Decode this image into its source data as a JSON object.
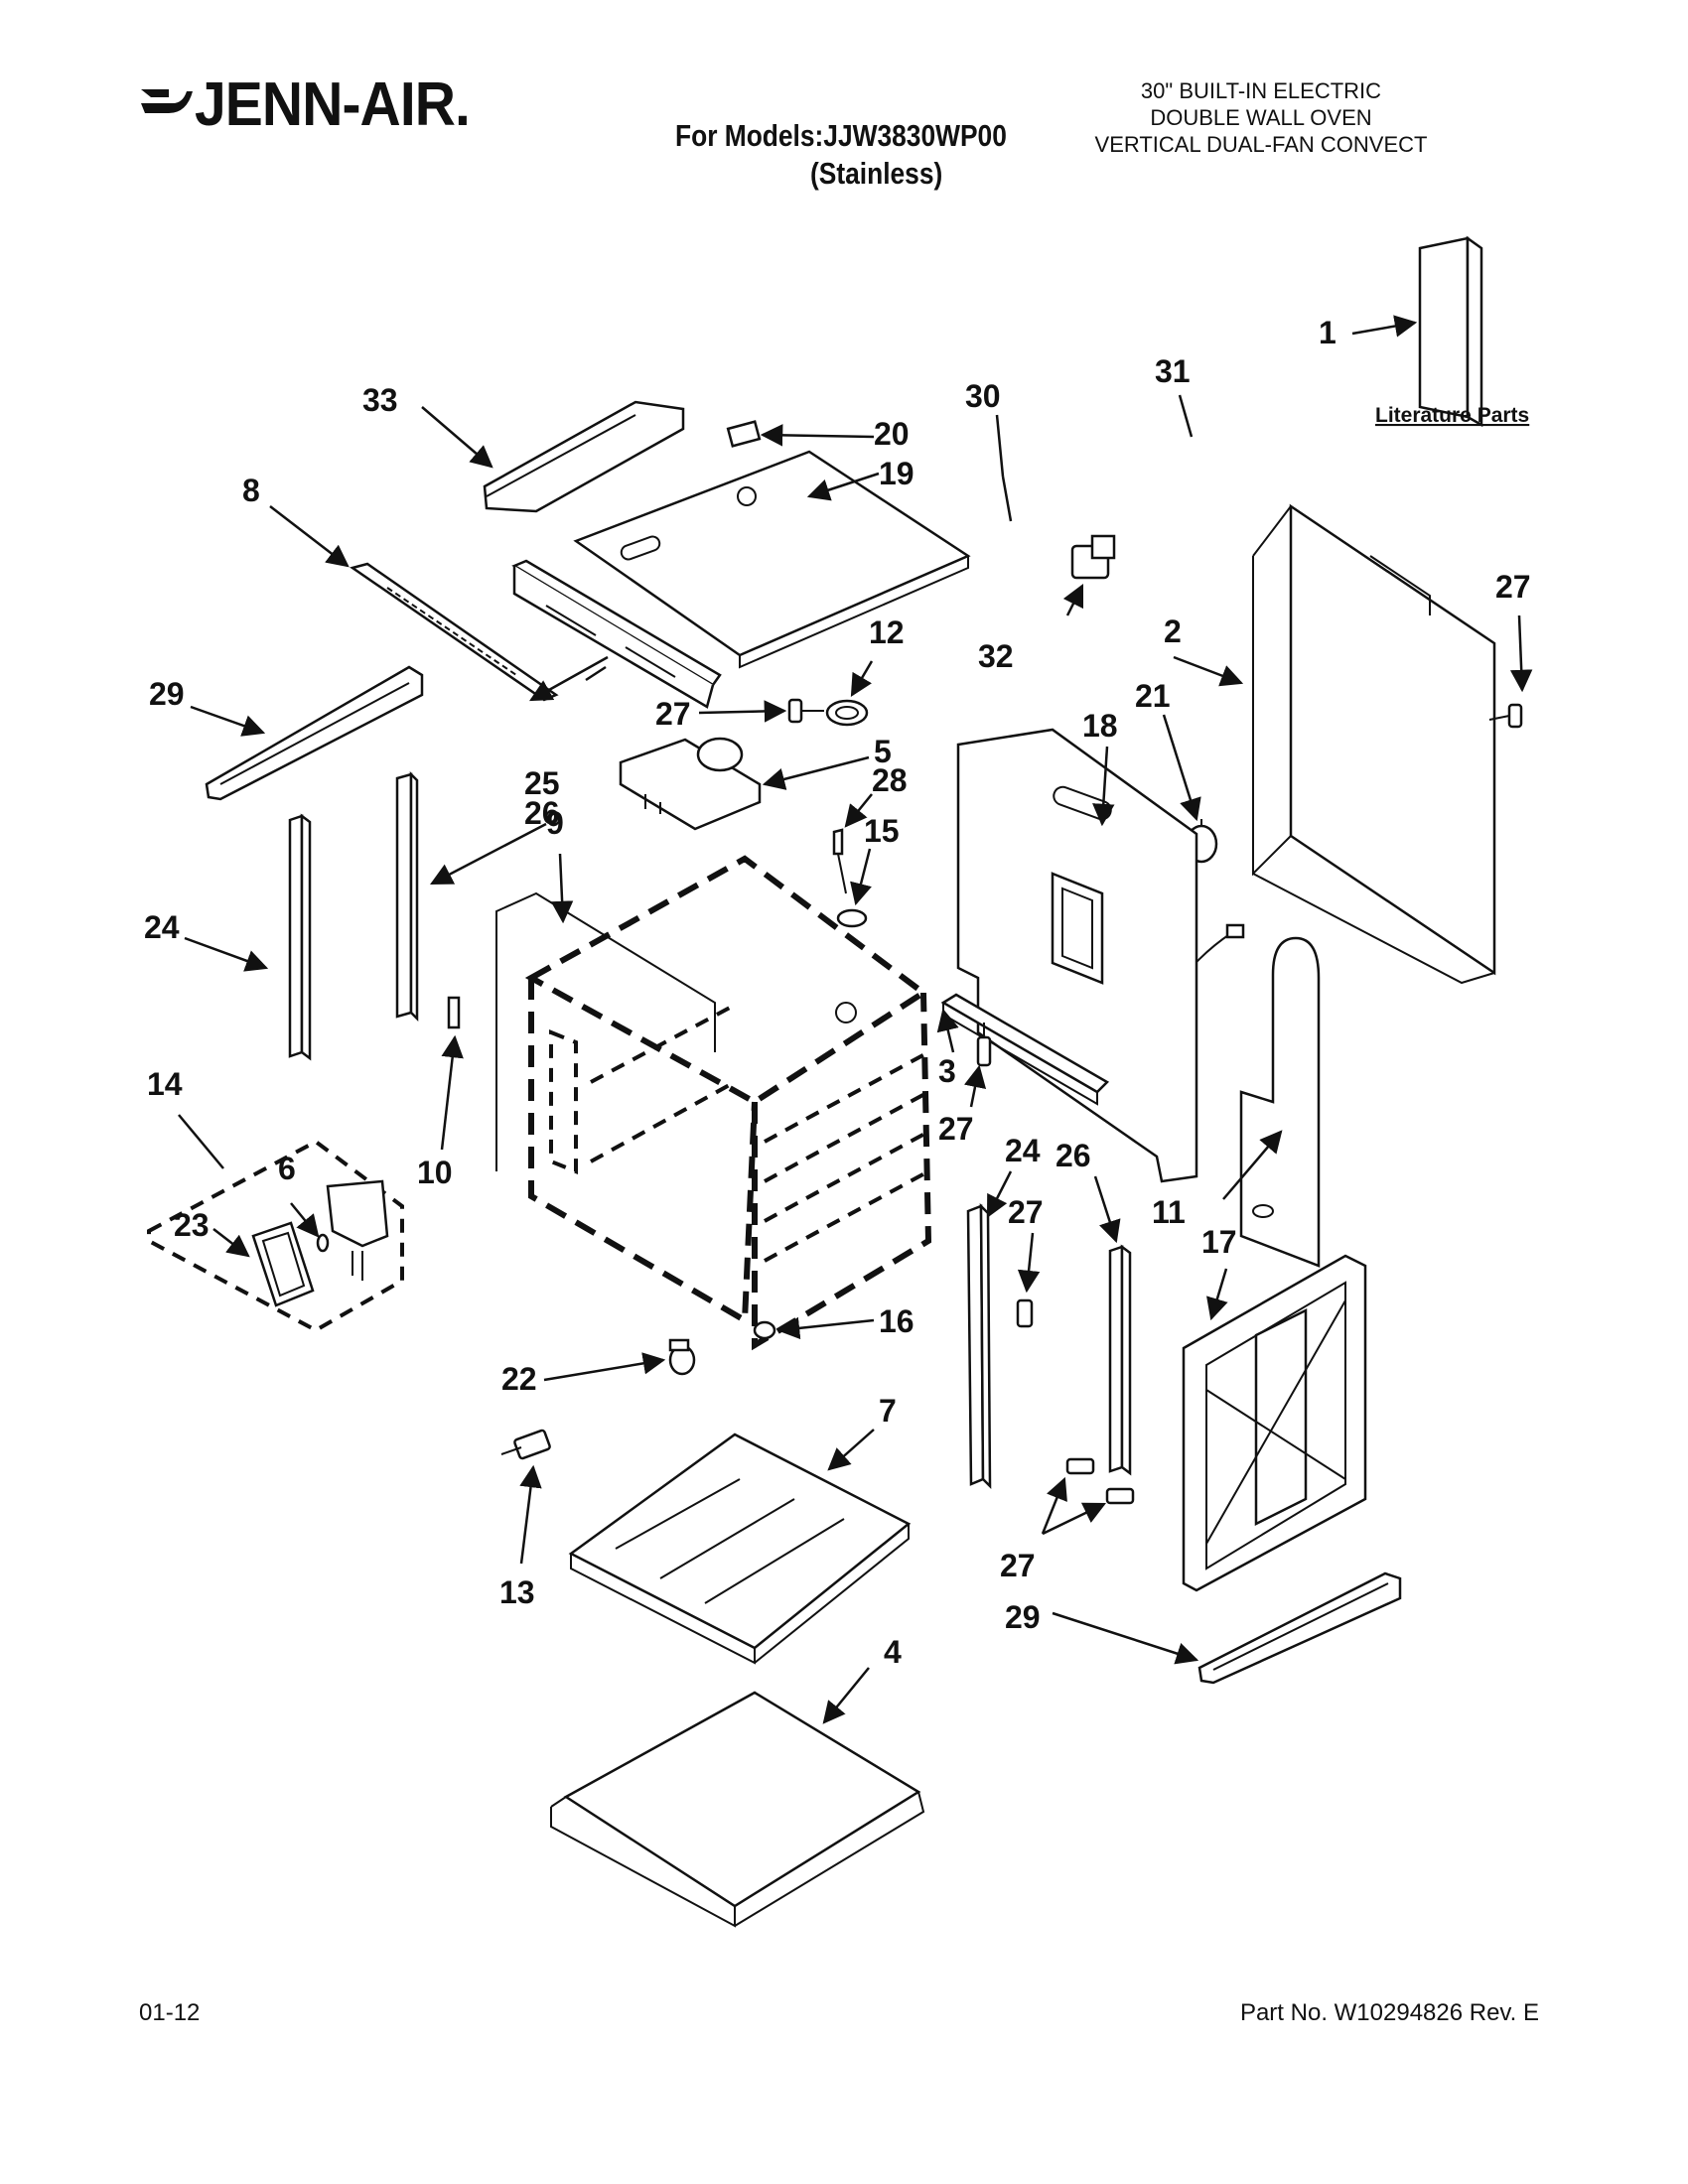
{
  "header": {
    "brand": "JENN-AIR.",
    "models_line": "For Models:JJW3830WP00",
    "finish_line": "(Stainless)",
    "description": [
      "30\" BUILT-IN ELECTRIC",
      "DOUBLE WALL OVEN",
      "VERTICAL DUAL-FAN CONVECT"
    ]
  },
  "literature_label": "Literature Parts",
  "callouts": [
    "1",
    "2",
    "3",
    "4",
    "5",
    "6",
    "7",
    "8",
    "9",
    "10",
    "11",
    "12",
    "13",
    "14",
    "15",
    "16",
    "17",
    "18",
    "19",
    "20",
    "21",
    "22",
    "23",
    "24",
    "24",
    "25",
    "26",
    "26",
    "27",
    "27",
    "27",
    "27",
    "27",
    "28",
    "29",
    "29",
    "30",
    "31",
    "32",
    "33"
  ],
  "footer": {
    "date_code": "01-12",
    "part_number": "Part No. W10294826 Rev. E"
  }
}
